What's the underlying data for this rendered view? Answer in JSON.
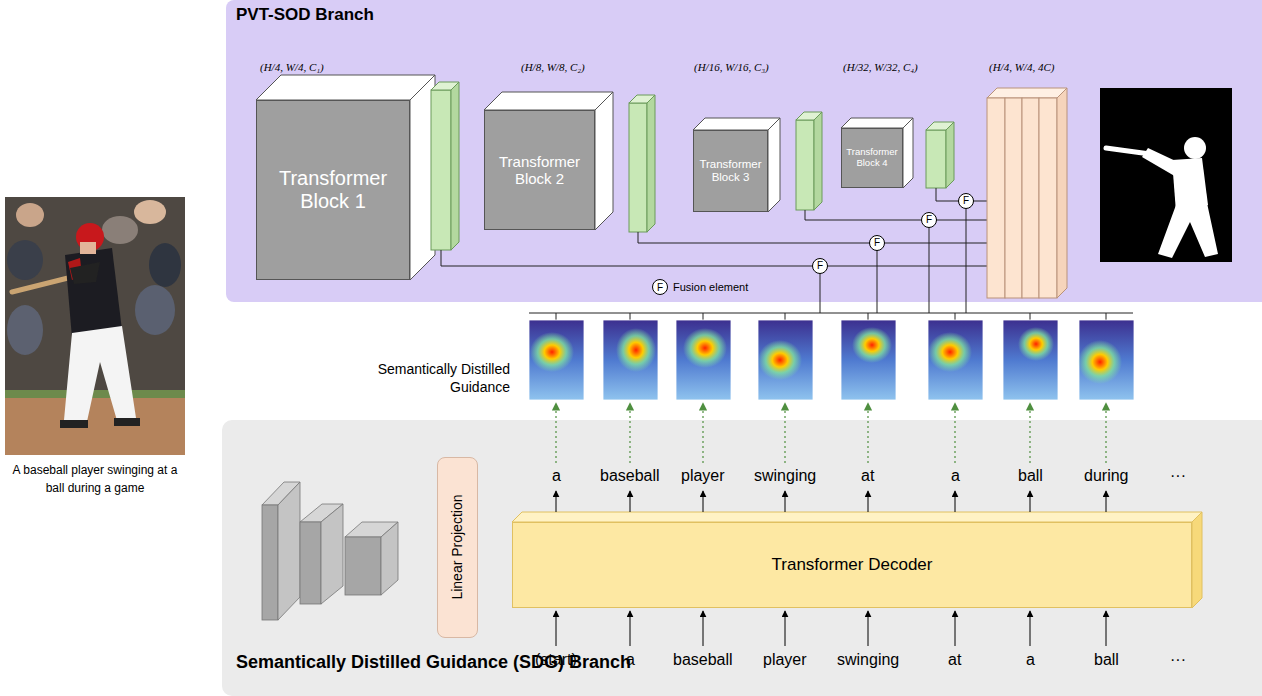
{
  "diagram": {
    "nodes": [
      {
        "text": [
          "PVT-SOD Branch"
        ]
      },
      {
        "text": [
          "Transformer Block 1"
        ],
        "in": 0
      },
      {
        "text": [
          "Transformer Block 2"
        ],
        "in": 0
      },
      {
        "text": [
          "Transformer Block 3"
        ],
        "in": 0
      },
      {
        "text": [
          "Transformer Block 4"
        ],
        "in": 0
      },
      {
        "text": [
          "F"
        ],
        "in": 0
      },
      {
        "text": [
          "F"
        ],
        "in": 0
      },
      {
        "text": [
          "F"
        ],
        "in": 0
      },
      {
        "text": [
          "F"
        ],
        "in": 0
      },
      {
        "text": [
          "Semantically Distilled Guidance (SDG) Branch"
        ]
      },
      {
        "text": [
          "Linear Projection"
        ],
        "in": 9
      },
      {
        "text": [
          "Transformer Decoder"
        ],
        "in": 9
      }
    ],
    "labels": [
      "(H/4, W/4, C₁)",
      "(H/8, W/8, C₂)",
      "(H/16, W/16, C₃)",
      "(H/32, W/32, C₄)",
      "(H/4, W/4, 4C)",
      "F",
      "Semantically Distilled Guidance",
      "a",
      "baseball",
      "player",
      "swinging",
      "at",
      "a",
      "ball",
      "during",
      "···",
      "(start)",
      "a",
      "baseball",
      "player",
      "swinging",
      "at",
      "a",
      "ball",
      "···",
      "A baseball player swinging at a ball during a game"
    ],
    "legend": [
      {
        "text": "Fusion element"
      }
    ]
  }
}
